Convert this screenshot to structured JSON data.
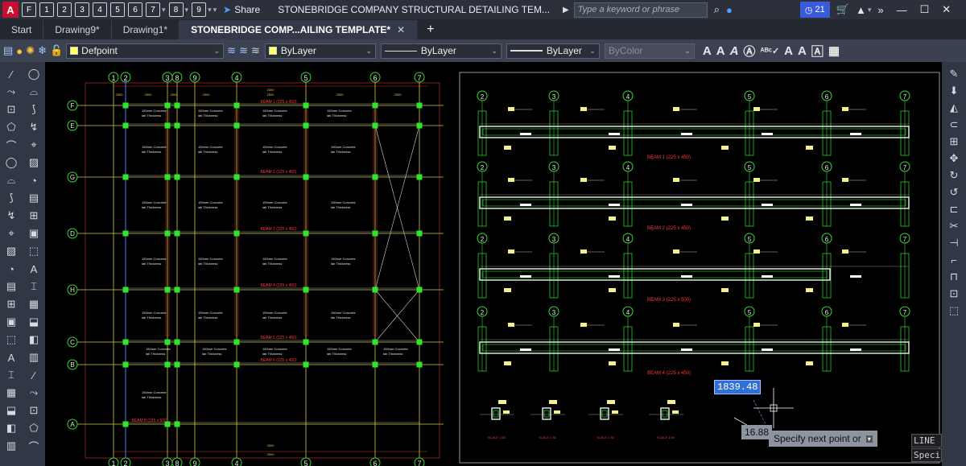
{
  "titlebar": {
    "logo_letter": "A",
    "qa_buttons": [
      "F",
      "1",
      "2",
      "3",
      "4",
      "5",
      "6",
      "7",
      "8",
      "9"
    ],
    "share_label": "Share",
    "doc_title": "STONEBRIDGE COMPANY STRUCTURAL DETAILING TEM...",
    "search_placeholder": "Type a keyword or phrase",
    "badge_count": "21"
  },
  "tabs": {
    "start": "Start",
    "drawing9": "Drawing9*",
    "drawing1": "Drawing1*",
    "active": "STONEBRIDGE COMP...AILING TEMPLATE*"
  },
  "properties": {
    "layer": "Defpoint",
    "color": "ByLayer",
    "linetype": "ByLayer",
    "lineweight": "ByLayer",
    "plotstyle": "ByColor"
  },
  "grid": {
    "columns": [
      "1",
      "2",
      "3",
      "8",
      "9",
      "4",
      "5",
      "6",
      "7"
    ],
    "rows": [
      "F",
      "E",
      "G",
      "D",
      "H",
      "C",
      "B",
      "A"
    ]
  },
  "elevations": {
    "beam_labels": [
      "BEAM 1 (225 x 450)",
      "BEAM 2 (225 x 450)",
      "BEAM 3 (225 x 500)",
      "BEAM 4 (225 x 450)"
    ]
  },
  "plan_text": {
    "slab": "150mm Concrete Slab Thickness",
    "beam_f": "BEAM 1 (225 x 450)",
    "beam_g": "BEAM 2 (225 x 450)",
    "beam_d": "BEAM 3 (225 x 450)",
    "beam_h": "BEAM 4 (225 x 450)",
    "beam_c": "BEAM 5 (225 x 450)",
    "beam_b": "BEAM 6 (225 x 450)",
    "beam_a": "BEAM 8 (225 x 500)"
  },
  "dynamic_input": {
    "value": "1839.48",
    "length": "16.88",
    "prompt": "Specify next point or"
  },
  "command_line": {
    "word1": "LINE",
    "word2": "Speci"
  }
}
